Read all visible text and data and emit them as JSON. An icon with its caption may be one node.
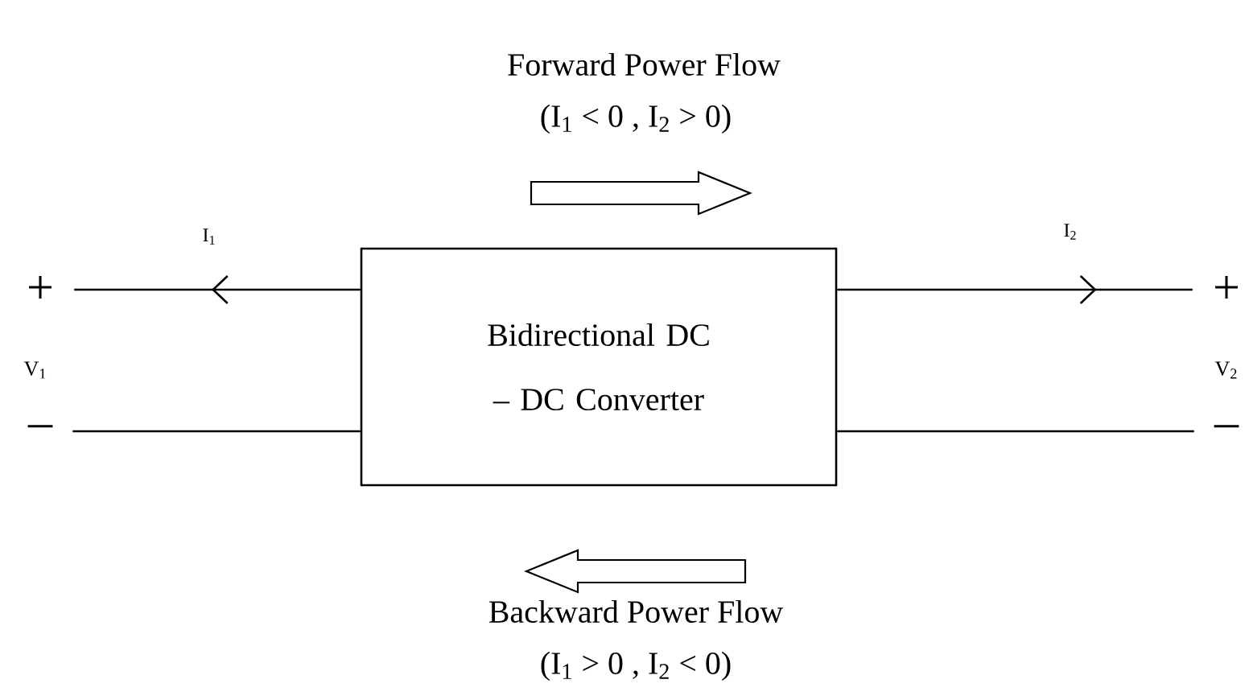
{
  "diagram": {
    "nodes": [
      {
        "text": [
          "Bidirectional DC – DC Converter"
        ]
      },
      {
        "text": [
          "+"
        ]
      },
      {
        "text": [
          "–"
        ]
      },
      {
        "text": [
          "+"
        ]
      },
      {
        "text": [
          "–"
        ]
      }
    ],
    "edges": [
      {
        "from": 0,
        "to": 1,
        "arrow": "to"
      },
      {
        "from": 0,
        "to": 2,
        "arrow": "none"
      },
      {
        "from": 0,
        "to": 3,
        "arrow": "to"
      },
      {
        "from": 0,
        "to": 4,
        "arrow": "none"
      }
    ],
    "labels": [
      "Forward Power Flow",
      "(I$_{1}$ < 0 , I$_{2}$ > 0)",
      "I$_{1}$",
      "I$_{2}$",
      "V$_{1}$",
      "V$_{2}$",
      "Backward Power Flow",
      "(I$_{1}$ > 0 , I$_{2}$ < 0)"
    ]
  }
}
